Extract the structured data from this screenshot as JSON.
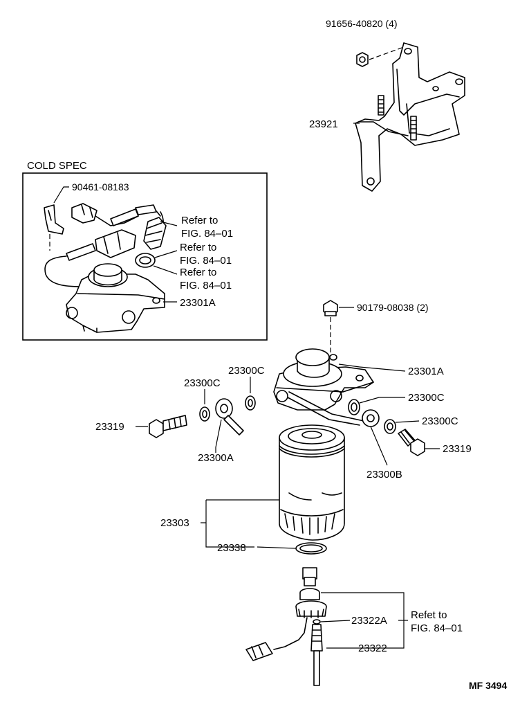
{
  "labels": {
    "bolt_top_nut": "91656-40820 (4)",
    "bracket": "23921",
    "cold_spec_title": "COLD SPEC",
    "cold_clamp": "90461-08183",
    "refer1_a": "Refer to",
    "refer1_b": "FIG. 84–01",
    "refer2_a": "Refer to",
    "refer2_b": "FIG. 84–01",
    "refer3_a": "Refer to",
    "refer3_b": "FIG. 84–01",
    "cold_head": "23301A",
    "nut_mid": "90179-08038 (2)",
    "head_main": "23301A",
    "gasket_c_top": "23300C",
    "gasket_c_left": "23300C",
    "gasket_c_r1": "23300C",
    "gasket_c_r2": "23300C",
    "bolt_left": "23319",
    "bolt_right": "23319",
    "union_a": "23300A",
    "union_b": "23300B",
    "filter": "23303",
    "oring": "23338",
    "sensor_plug": "23322A",
    "sensor": "23322",
    "refet_a": "Refet to",
    "refet_b": "FIG. 84–01",
    "code": "MF 3494"
  }
}
